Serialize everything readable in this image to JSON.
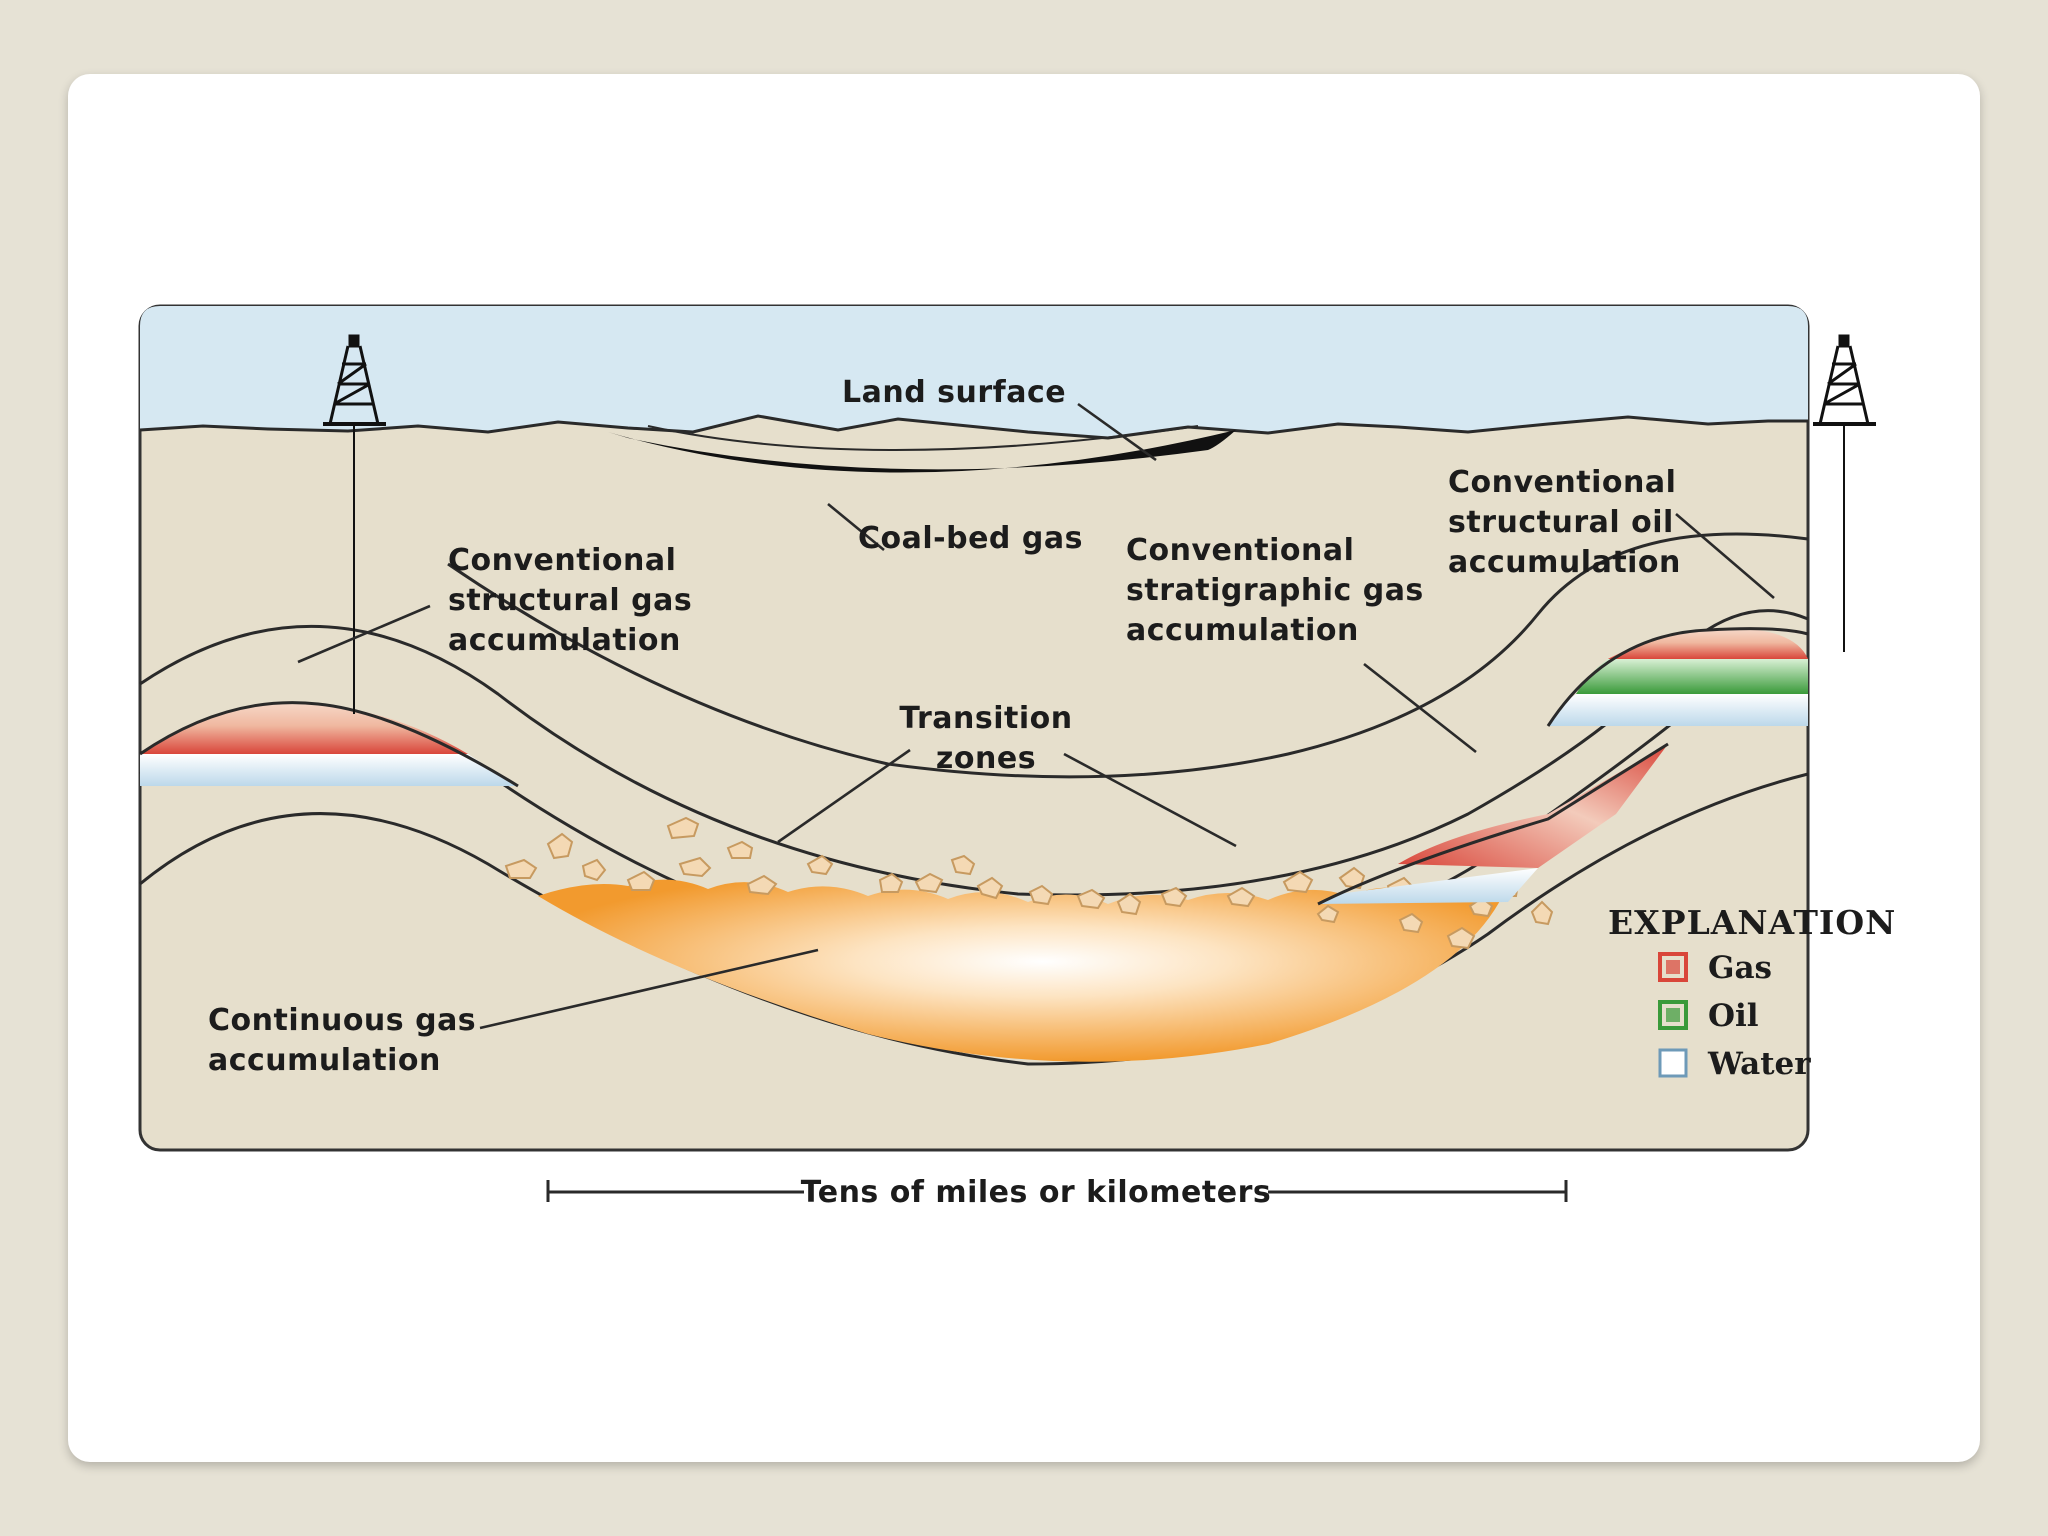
{
  "diagram": {
    "labels": {
      "land_surface": "Land  surface",
      "coal_bed_gas": "Coal-bed gas",
      "conv_struct_gas": [
        "Conventional",
        "structural gas",
        "accumulation"
      ],
      "conv_strat_gas": [
        "Conventional",
        "stratigraphic gas",
        "accumulation"
      ],
      "conv_struct_oil": [
        "Conventional",
        "structural oil",
        "accumulation"
      ],
      "transition_zones": [
        "Transition",
        "zones"
      ],
      "continuous_gas": [
        "Continuous gas",
        "accumulation"
      ],
      "scale": "Tens of miles or kilometers"
    },
    "legend": {
      "title": "EXPLANATION",
      "items": [
        {
          "label": "Gas",
          "color": "#d9463a"
        },
        {
          "label": "Oil",
          "color": "#3a9a3a"
        },
        {
          "label": "Water",
          "color": "#c8dfee"
        }
      ]
    },
    "colors": {
      "sky": "#d6e8f2",
      "ground": "#e6dfcc",
      "continuous_gas": "#f3a53e",
      "transition_fragments": "#f4d9b4"
    }
  }
}
